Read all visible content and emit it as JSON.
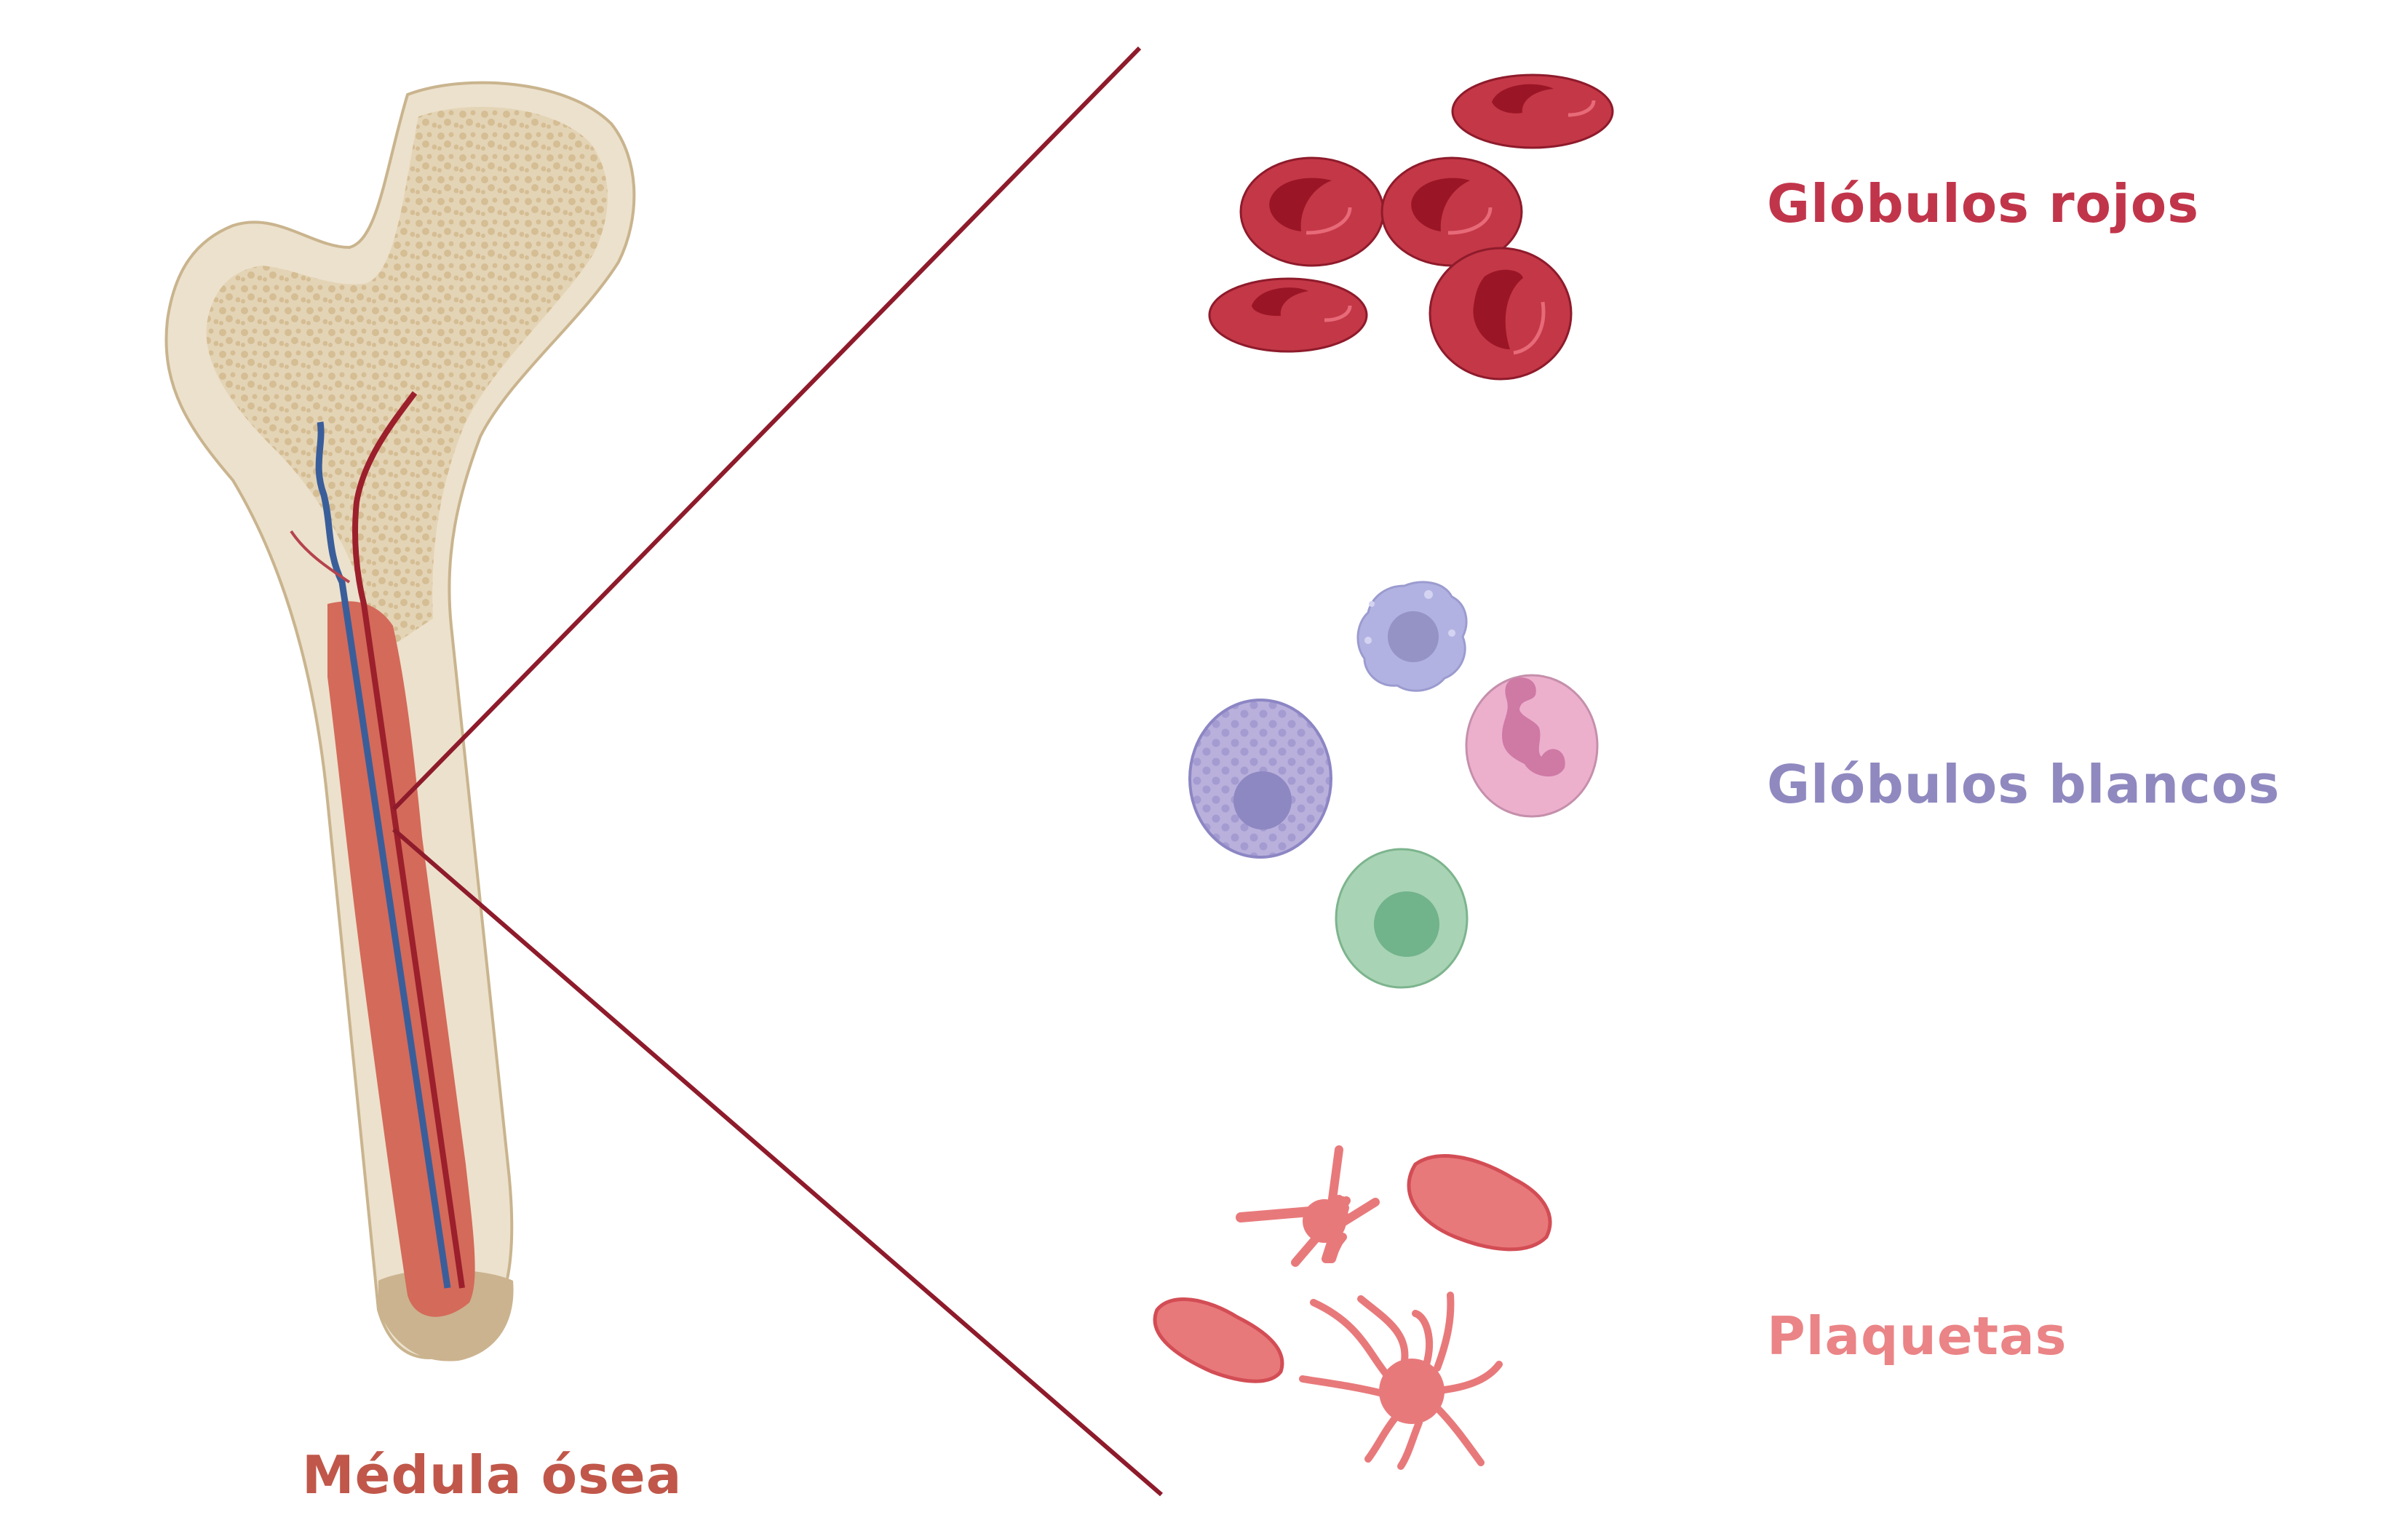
{
  "labels": {
    "bone_marrow": "Médula ósea",
    "red_blood_cells": "Glóbulos rojos",
    "white_blood_cells": "Glóbulos blancos",
    "platelets": "Plaquetas"
  },
  "colors": {
    "bone_marrow_label": "#c0574a",
    "red_blood_cells_label": "#c1354a",
    "white_blood_cells_label": "#8f89c0",
    "platelets_label": "#ea8486",
    "zoom_lines": "#8e1b2b",
    "bone_outer": "#ebe0cb",
    "bone_spongy": "#dcc6a2",
    "marrow": "#d46a5a",
    "vein": "#3a5e9a",
    "artery": "#9c1f2c",
    "rbc_fill": "#c43747",
    "rbc_dark": "#9a1626",
    "wbc_lavender": "#b2b2e2",
    "wbc_purple": "#b3abd8",
    "wbc_pink": "#ecb0cd",
    "wbc_green": "#a8d3b5",
    "platelet_fill": "#e8797b"
  }
}
